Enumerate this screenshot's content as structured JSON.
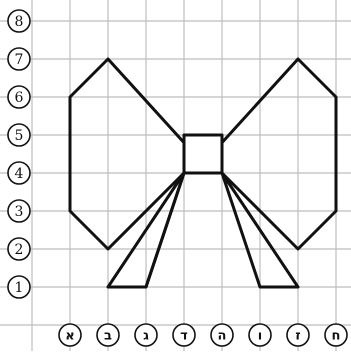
{
  "grid": {
    "columns": [
      "א",
      "ב",
      "ג",
      "ד",
      "ה",
      "ו",
      "ז",
      "ח"
    ],
    "rows": [
      "1",
      "2",
      "3",
      "4",
      "5",
      "6",
      "7",
      "8"
    ]
  },
  "colors": {
    "grid": "#bdbdbd",
    "ink": "#111111"
  },
  "bow": {
    "left_wing": [
      [
        0,
        3
      ],
      [
        0,
        6
      ],
      [
        1,
        7
      ],
      [
        3,
        4.8
      ],
      [
        3,
        4
      ],
      [
        1,
        2
      ]
    ],
    "right_wing": [
      [
        7,
        3
      ],
      [
        7,
        6
      ],
      [
        6,
        7
      ],
      [
        4,
        4.8
      ],
      [
        4,
        4
      ],
      [
        6,
        2
      ]
    ],
    "knot": [
      [
        3,
        4
      ],
      [
        3,
        5
      ],
      [
        4,
        5
      ],
      [
        4,
        4
      ]
    ],
    "left_ribbon_outer": [
      [
        3,
        4
      ],
      [
        1,
        1
      ],
      [
        2,
        1
      ]
    ],
    "left_ribbon_inner_line": [
      [
        3,
        4
      ],
      [
        2,
        1
      ]
    ],
    "right_ribbon_outer": [
      [
        4,
        4
      ],
      [
        6,
        1
      ],
      [
        5,
        1
      ]
    ]
  }
}
